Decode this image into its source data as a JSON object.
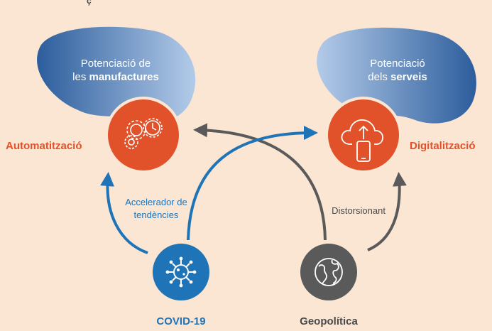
{
  "top_fragment": "ç",
  "left_blob": {
    "line1": "Potenciació de",
    "line2_prefix": "les ",
    "line2_bold": "manufactures"
  },
  "right_blob": {
    "line1": "Potenciació",
    "line2_prefix": "dels ",
    "line2_bold": "serveis"
  },
  "left_label": "Automatització",
  "right_label": "Digitalització",
  "covid_label": "COVID-19",
  "geo_label": "Geopolítica",
  "accel_line1": "Accelerador de",
  "accel_line2": "tendències",
  "distort_label": "Distorsionant",
  "colors": {
    "background": "#fbe6d3",
    "orange": "#e2522a",
    "blue": "#1f73b7",
    "gray": "#5a5a5a",
    "blob_dark": "#2c5d9c",
    "blob_light": "#b3cbe9"
  },
  "icons": {
    "left_circle": "gears-clock-icon",
    "right_circle": "cloud-upload-phone-icon",
    "covid": "virus-icon",
    "geo": "globe-icon"
  }
}
